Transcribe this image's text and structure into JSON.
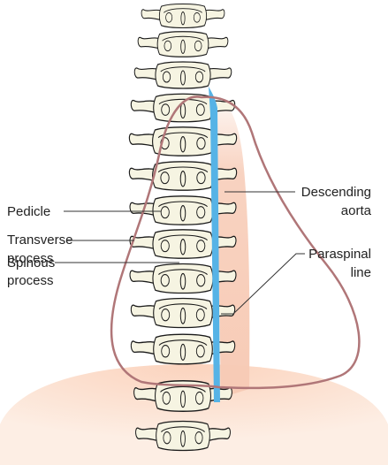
{
  "labels": {
    "pedicle": "Pedicle",
    "transverse_line1": "Transverse",
    "transverse_line2": "process",
    "spinous_line1": "Spinous",
    "spinous_line2": "process",
    "descending_line1": "Descending",
    "descending_line2": "aorta",
    "paraspinal_line1": "Paraspinal",
    "paraspinal_line2": "line"
  },
  "colors": {
    "background": "#ffffff",
    "vertebra_fill": "#f6f4e2",
    "vertebra_stroke": "#1a1a1a",
    "aorta_blue": "#56b3e6",
    "shadow_pink": "#f7cbb6",
    "diaphragm_pink": "#fbd9c6",
    "outline_brown": "#b07678",
    "text": "#222222",
    "leader": "#333333"
  }
}
